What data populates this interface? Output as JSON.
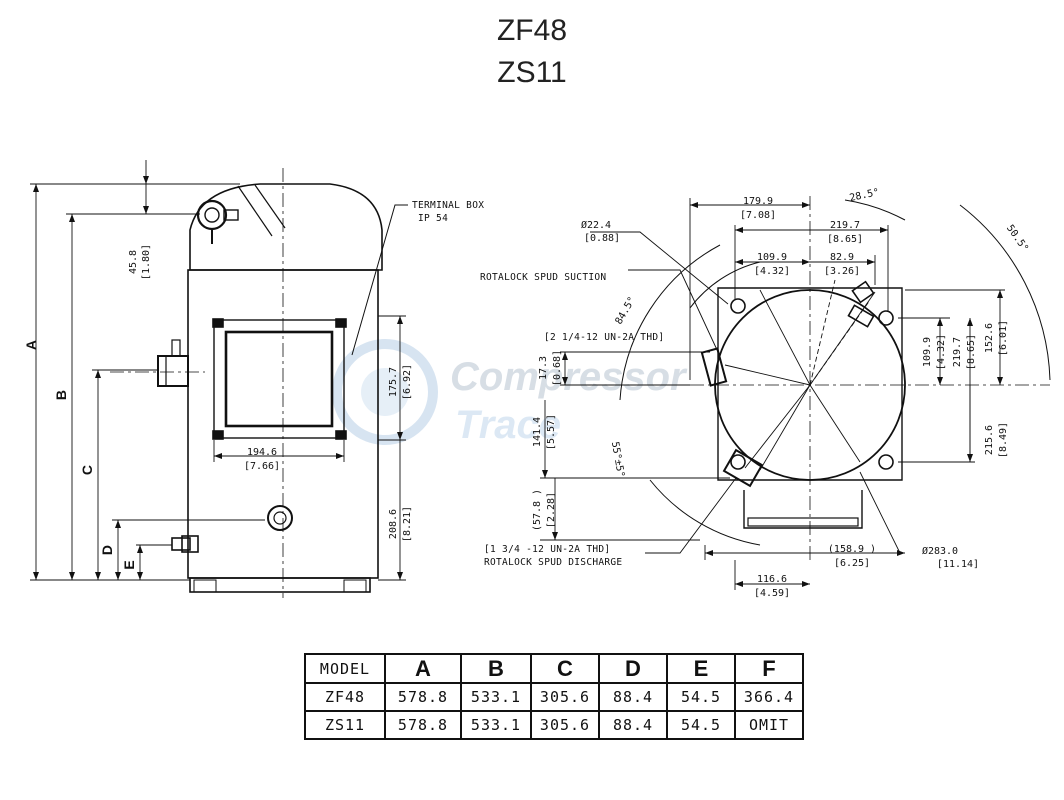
{
  "title": {
    "line1": "ZF48",
    "line2": "ZS11"
  },
  "watermark": {
    "line1": "Compressor",
    "line2": "Trace"
  },
  "side_view": {
    "terminal_box": "TERMINAL BOX",
    "terminal_box_rating": "IP 54",
    "dims": {
      "d45_8": "45.8",
      "d45_8_in": "[1.80]",
      "d175_7": "175.7",
      "d175_7_in": "[6.92]",
      "d194_6": "194.6",
      "d194_6_in": "[7.66]",
      "d208_6": "208.6",
      "d208_6_in": "[8.21]"
    },
    "letters": {
      "a": "A",
      "b": "B",
      "c": "C",
      "d": "D",
      "e": "E"
    }
  },
  "top_view": {
    "suction_note_1": "[2 1/4-12 UN-2A THD]",
    "suction_note_2": "ROTALOCK SPUD SUCTION",
    "discharge_note_1": "[1 3/4 -12 UN-2A THD]",
    "discharge_note_2": "ROTALOCK SPUD DISCHARGE",
    "dims": {
      "d179_9": "179.9",
      "d179_9_in": "[7.08]",
      "d219_7": "219.7",
      "d219_7_in": "[8.65]",
      "d109_9": "109.9",
      "d109_9_in": "[4.32]",
      "d82_9": "82.9",
      "d82_9_in": "[3.26]",
      "dia22_4": "Ø22.4",
      "dia22_4_in": "[0.88]",
      "a28_5": "28.5°",
      "a50_5": "50.5°",
      "a84_5": "84.5°",
      "a55": "55°±5°",
      "d17_3": "17.3",
      "d17_3_in": "[0.68]",
      "d141_4": "141.4",
      "d141_4_in": "[5.57]",
      "d57_8": "(57.8 )",
      "d57_8_in": "[2.28]",
      "d109_9v": "109.9",
      "d109_9v_in": "[4.32]",
      "d219_7v": "219.7",
      "d219_7v_in": "[8.65]",
      "d152_6": "152.6",
      "d152_6_in": "[6.01]",
      "d215_6": "215.6",
      "d215_6_in": "[8.49]",
      "d158_9": "(158.9 )",
      "d158_9_in": "[6.25]",
      "d116_6": "116.6",
      "d116_6_in": "[4.59]",
      "dia283": "Ø283.0",
      "dia283_in": "[11.14]"
    }
  },
  "spec_table": {
    "headers": [
      "MODEL",
      "A",
      "B",
      "C",
      "D",
      "E",
      "F"
    ],
    "rows": [
      [
        "ZF48",
        "578.8",
        "533.1",
        "305.6",
        "88.4",
        "54.5",
        "366.4"
      ],
      [
        "ZS11",
        "578.8",
        "533.1",
        "305.6",
        "88.4",
        "54.5",
        "OMIT"
      ]
    ]
  }
}
